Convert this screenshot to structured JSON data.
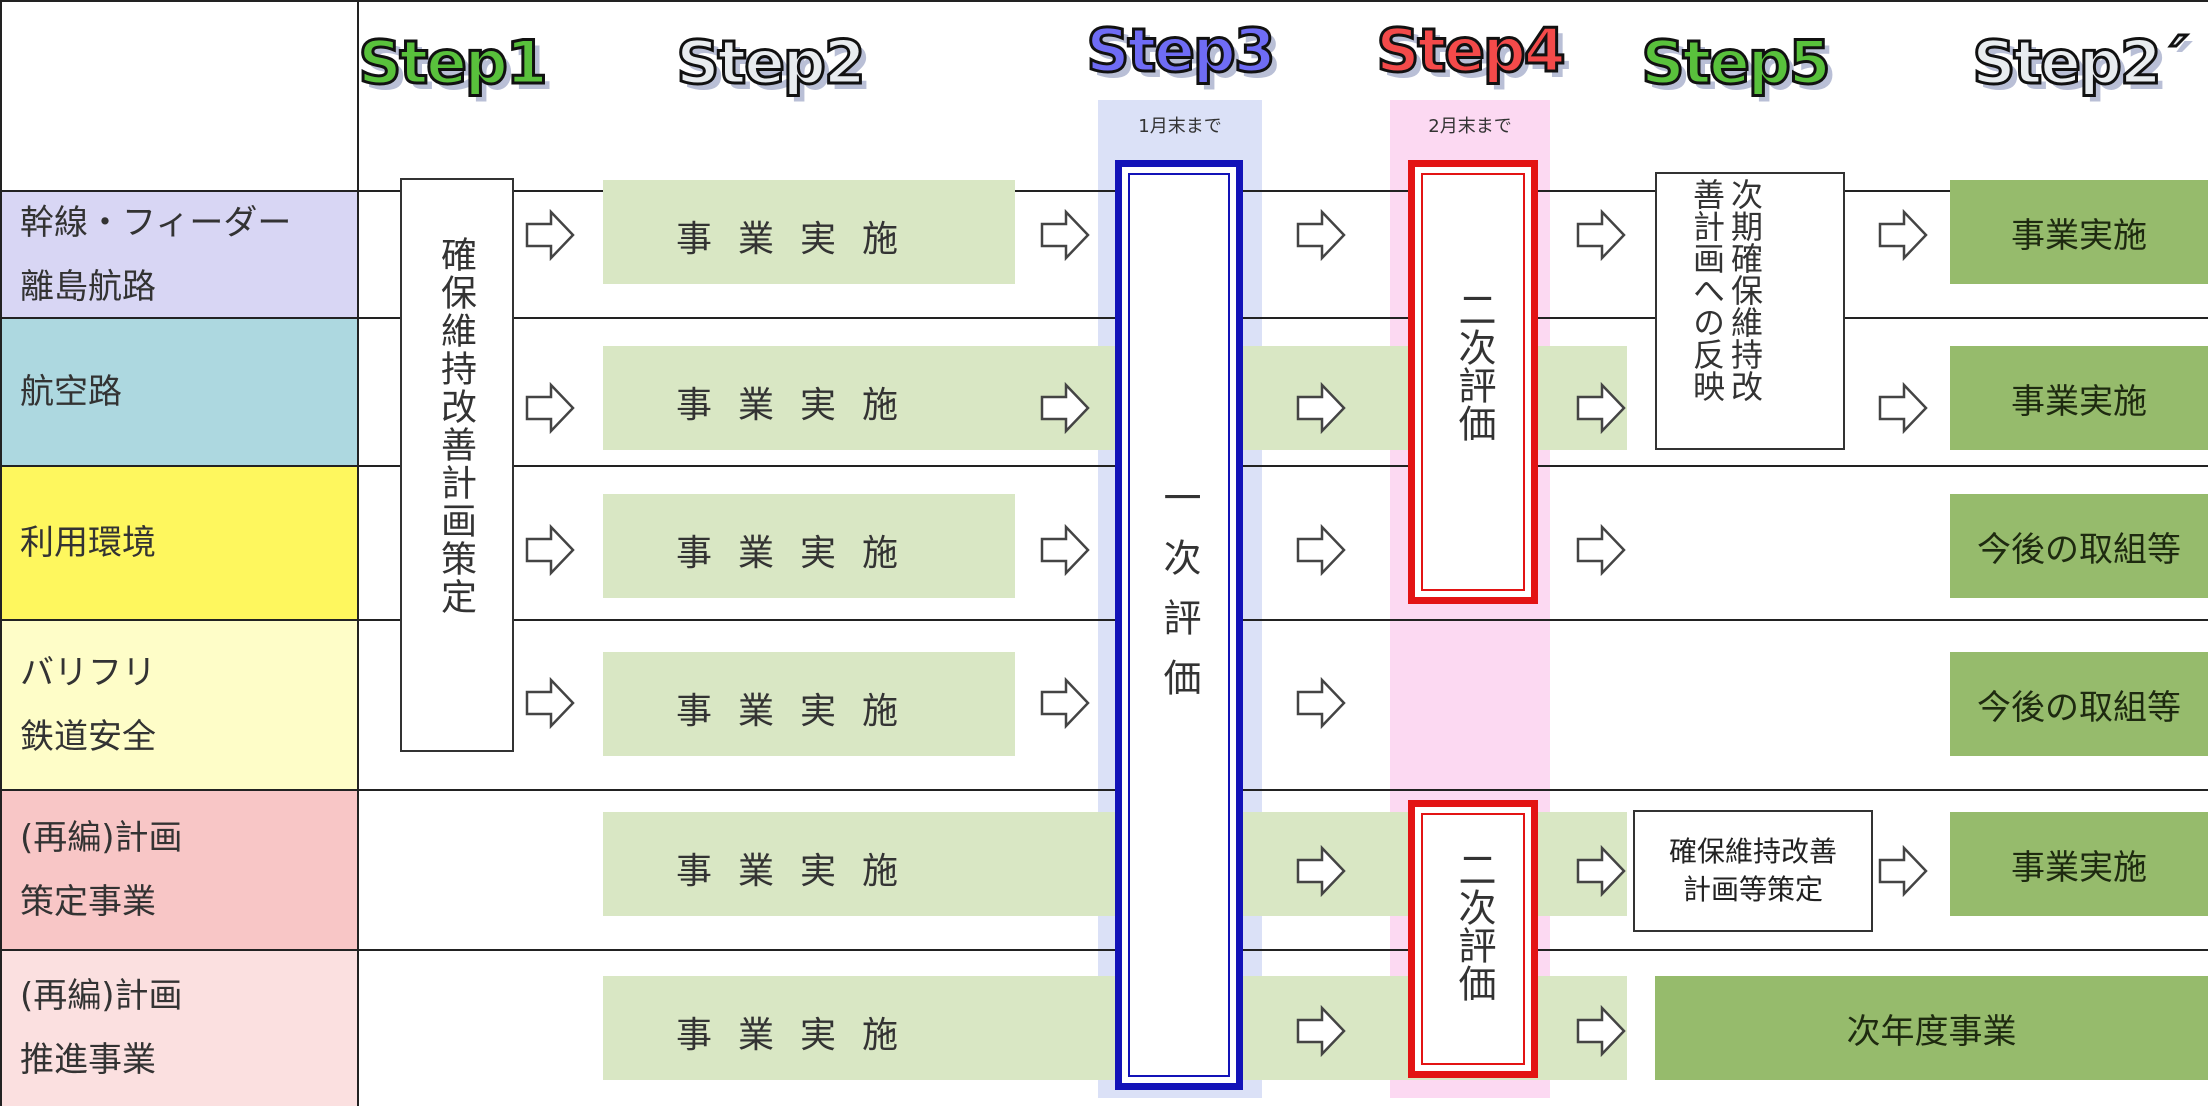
{
  "steps": [
    {
      "label": "Step1",
      "color": "#59c13c"
    },
    {
      "label": "Step2",
      "color": "#e8ecef"
    },
    {
      "label": "Step3",
      "color": "#6f6cf5",
      "deadline": "1月末まで"
    },
    {
      "label": "Step4",
      "color": "#f44a4a",
      "deadline": "2月末まで"
    },
    {
      "label": "Step5",
      "color": "#59c13c"
    },
    {
      "label": "Step2´",
      "color": "#e8ecef"
    }
  ],
  "rows": [
    {
      "lines": [
        "幹線・フィーダー",
        "離島航路"
      ],
      "color": "#d8d6f4"
    },
    {
      "lines": [
        "航空路"
      ],
      "color": "#add8e0"
    },
    {
      "lines": [
        "利用環境"
      ],
      "color": "#fef75e"
    },
    {
      "lines": [
        "バリフリ",
        "鉄道安全"
      ],
      "color": "#fefdc8"
    },
    {
      "lines": [
        "(再編)計画",
        "策定事業"
      ],
      "color": "#f8c6c6"
    },
    {
      "lines": [
        "(再編)計画",
        "推進事業"
      ],
      "color": "#fbe0e0"
    }
  ],
  "step1_box": "確保維持改善計画策定",
  "exec_label": "事業実施",
  "step3_box": "一次評価",
  "step4_box_upper": "二次評価",
  "step4_box_lower": "二次評価",
  "step5_box_upper": "次期確保維持改善計画への反映",
  "step5_box_lower": [
    "確保維持改善",
    "計画等策定"
  ],
  "final": [
    "事業実施",
    "事業実施",
    "今後の取組等",
    "今後の取組等",
    "事業実施",
    "次年度事業"
  ]
}
